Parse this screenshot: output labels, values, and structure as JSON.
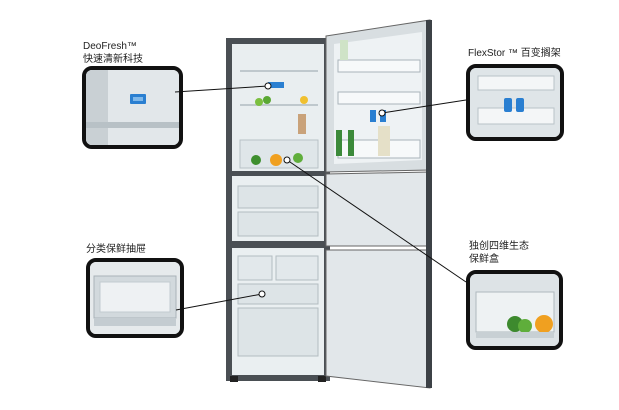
{
  "callouts": {
    "deofresh": {
      "title": "DeoFresh™",
      "subtitle": "快速清新科技"
    },
    "flexstor": {
      "title": "FlexStor ™  百变搁架"
    },
    "drawer": {
      "title": "分类保鲜抽屉"
    },
    "crisper": {
      "line1": "独创四维生态",
      "line2": "保鲜盒"
    }
  },
  "colors": {
    "accent_blue": "#2a7fd1",
    "frame": "#111111",
    "steel": "#4a4f54"
  }
}
